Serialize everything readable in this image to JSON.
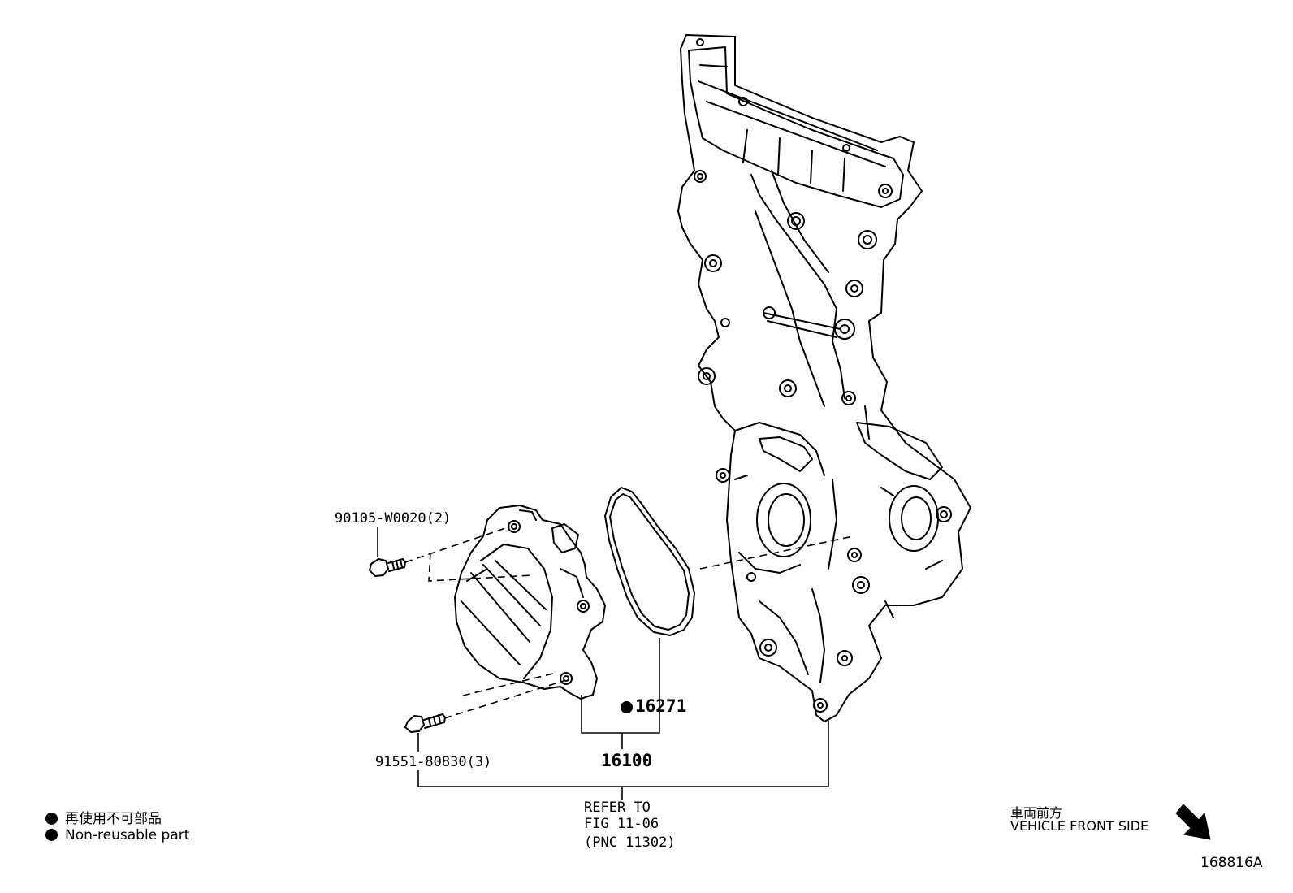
{
  "parts": {
    "bolt_upper": "90105-W0020(2)",
    "bolt_lower": "91551-80830(3)",
    "gasket": "16271",
    "water_pump": "16100"
  },
  "reference": {
    "line1": "REFER TO",
    "line2": "FIG 11-06",
    "line3": "(PNC 11302)"
  },
  "legend": {
    "jp": "再使用不可部品",
    "en": "Non-reusable part"
  },
  "direction": {
    "jp": "車両前方",
    "en": "VEHICLE FRONT SIDE",
    "icon": "arrow-down-right-icon"
  },
  "figure_id": "168816A"
}
